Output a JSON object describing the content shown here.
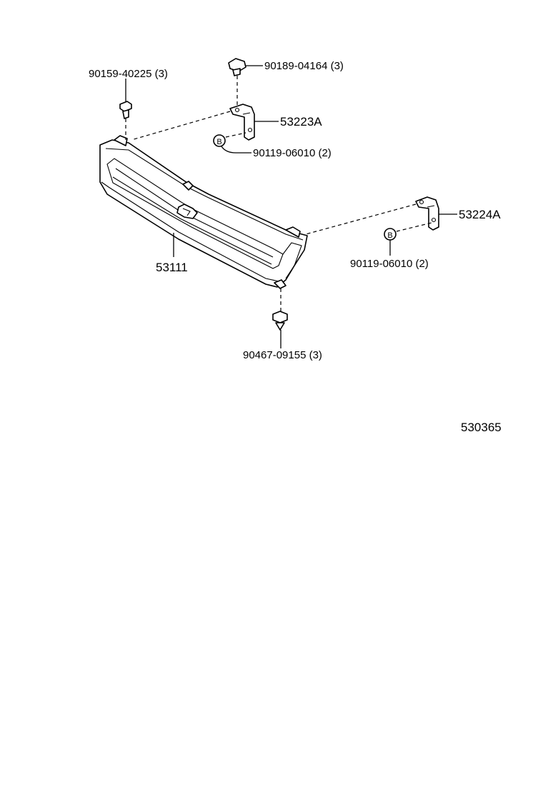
{
  "callouts": {
    "clip_top_left": "90159-40225 (3)",
    "clip_top_center": "90189-04164 (3)",
    "bracket_left": "53223A",
    "bolt_left": "90119-06010 (2)",
    "bracket_right": "53224A",
    "bolt_right": "90119-06010 (2)",
    "grille": "53111",
    "clip_bottom": "90467-09155 (3)"
  },
  "markers": {
    "bolt_marker_letter": "B"
  },
  "illustration_id": "530365"
}
